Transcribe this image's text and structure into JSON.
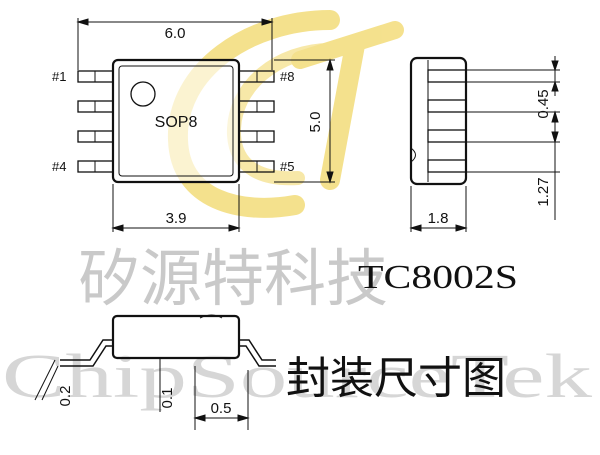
{
  "package_name": "SOP8",
  "part_number": "TC8002S",
  "caption": "封装尺寸图",
  "watermark": {
    "chinese": "矽源特科技",
    "english": "ChipSourceTek",
    "logo_color": "#f3dc7a"
  },
  "pins": {
    "pin1": "#1",
    "pin4": "#4",
    "pin5": "#5",
    "pin8": "#8"
  },
  "dimensions": {
    "width_with_leads": "6.0",
    "length": "5.0",
    "body_width": "3.9",
    "height": "1.8",
    "lead_width": "0.45",
    "pitch": "1.27",
    "lead_thickness": "0.2",
    "standoff": "0.1",
    "foot_length": "0.5"
  }
}
